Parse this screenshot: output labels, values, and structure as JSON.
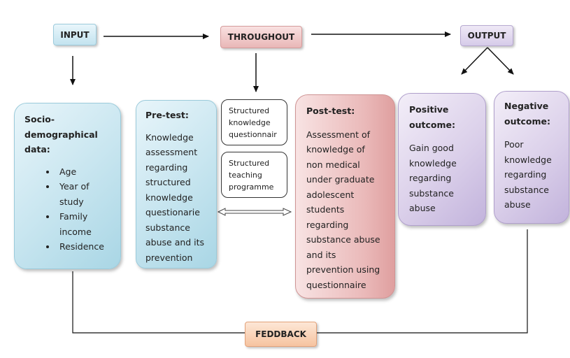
{
  "headers": {
    "input": "INPUT",
    "throughout": "THROUGHOUT",
    "output": "OUTPUT",
    "feedback": "FEDDBACK"
  },
  "socio": {
    "title": "Socio-demographical data:",
    "items": [
      "Age",
      "Year of study",
      "Family income",
      "Residence"
    ]
  },
  "pretest": {
    "title": "Pre-test:",
    "body": "Knowledge assessment regarding structured knowledge questionarie substance abuse and its prevention"
  },
  "throughout_boxes": {
    "questionnaire": "Structured knowledge questionnair",
    "teaching": "Structured teaching programme"
  },
  "posttest": {
    "title": "Post-test:",
    "body": "Assessment of knowledge of non medical under graduate adolescent students regarding substance abuse and its prevention using questionnaire"
  },
  "positive": {
    "title": "Positive outcome:",
    "body": "Gain good knowledge regarding substance abuse"
  },
  "negative": {
    "title": "Negative outcome:",
    "body": "Poor knowledge regarding substance abuse"
  },
  "colors": {
    "input": "#c3e3ef",
    "throughout": "#e9b7b7",
    "output": "#d6cbe9",
    "feedback": "#f6c3a0"
  }
}
